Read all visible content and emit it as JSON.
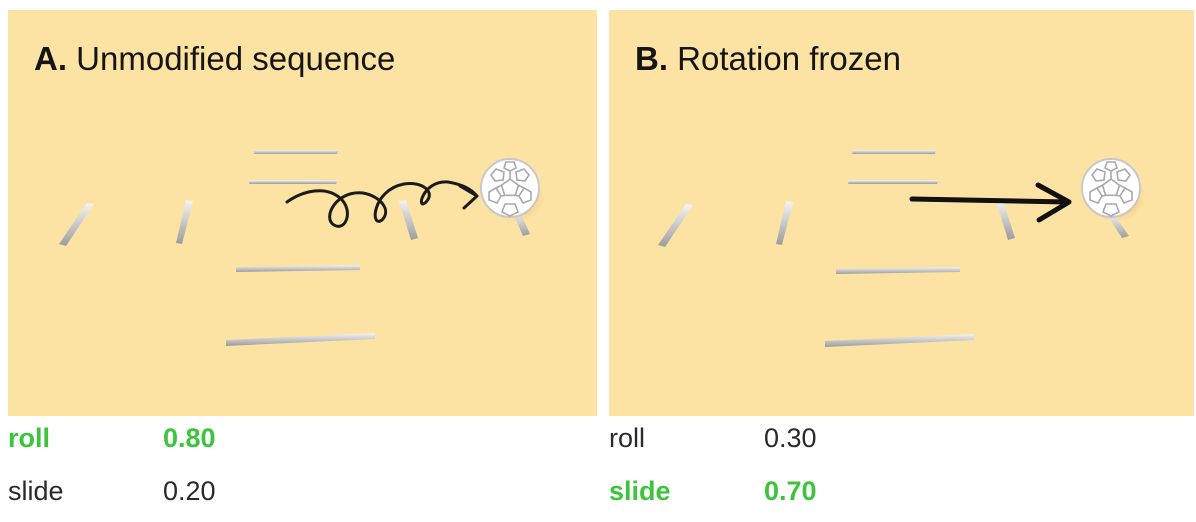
{
  "panel_a": {
    "title_letter": "A.",
    "title_text": "Unmodified sequence",
    "scores": [
      {
        "label": "roll",
        "value": "0.80",
        "highlight": true
      },
      {
        "label": "slide",
        "value": "0.20",
        "highlight": false
      }
    ]
  },
  "panel_b": {
    "title_letter": "B.",
    "title_text": "Rotation frozen",
    "scores": [
      {
        "label": "roll",
        "value": "0.30",
        "highlight": false
      },
      {
        "label": "slide",
        "value": "0.70",
        "highlight": true
      }
    ]
  },
  "colors": {
    "background": "#fde3a3",
    "highlight_green": "#3cc43c",
    "text": "#2a2a2a"
  }
}
